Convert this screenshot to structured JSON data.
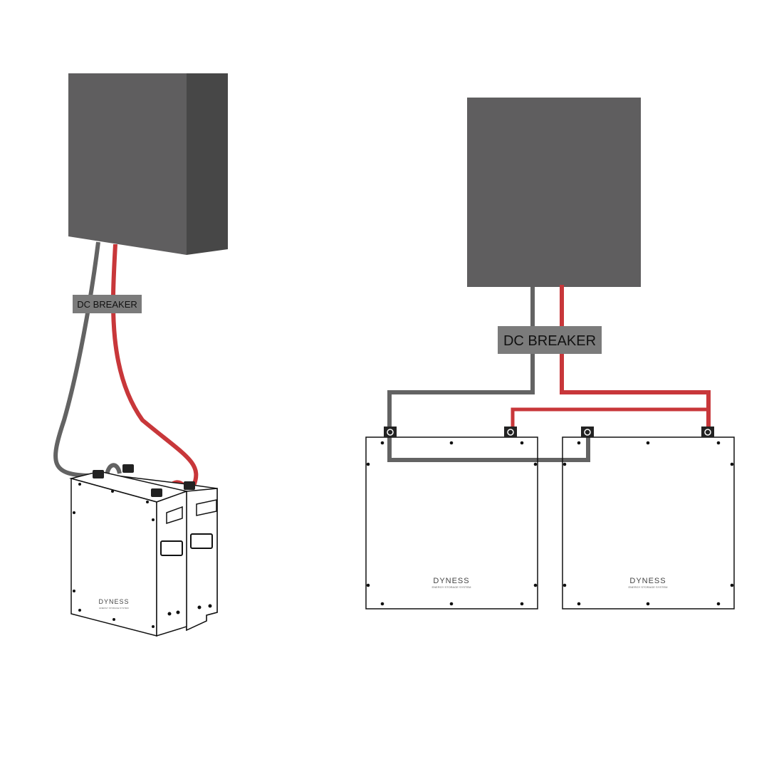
{
  "left_diagram": {
    "breaker_label": "DC BREAKER",
    "battery_logo": "DYNESS",
    "battery_subtitle": "ENERGY STORAGE SYSTEM"
  },
  "right_diagram": {
    "breaker_label": "DC BREAKER",
    "batteries": [
      {
        "logo": "DYNESS",
        "subtitle": "ENERGY STORAGE SYSTEM"
      },
      {
        "logo": "DYNESS",
        "subtitle": "ENERGY STORAGE SYSTEM"
      }
    ]
  },
  "colors": {
    "inverter_front": "#5f5e5f",
    "inverter_side": "#474747",
    "negative_cable": "#636363",
    "positive_cable": "#c8373a",
    "breaker_box": "#7b7b7b"
  }
}
